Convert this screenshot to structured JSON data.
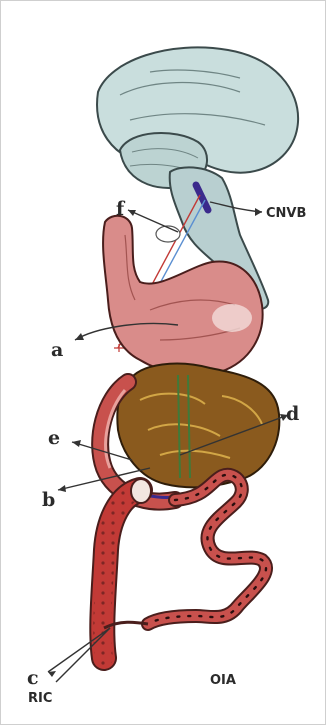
{
  "labels": {
    "cnvb": "CNVB",
    "oia": "OIA",
    "ric": "RIC",
    "a": "a",
    "b": "b",
    "c": "c",
    "d": "d",
    "e": "e",
    "f": "f"
  },
  "colors": {
    "brain": "#c9dedd",
    "brain_outline": "#3b4a4b",
    "stomach": "#d98c8a",
    "intestine": "#c8514d",
    "pancreas": "#8a5a1e",
    "nerve_lesion": "#3b2a8c",
    "blood_vessel": "#c23a36"
  }
}
